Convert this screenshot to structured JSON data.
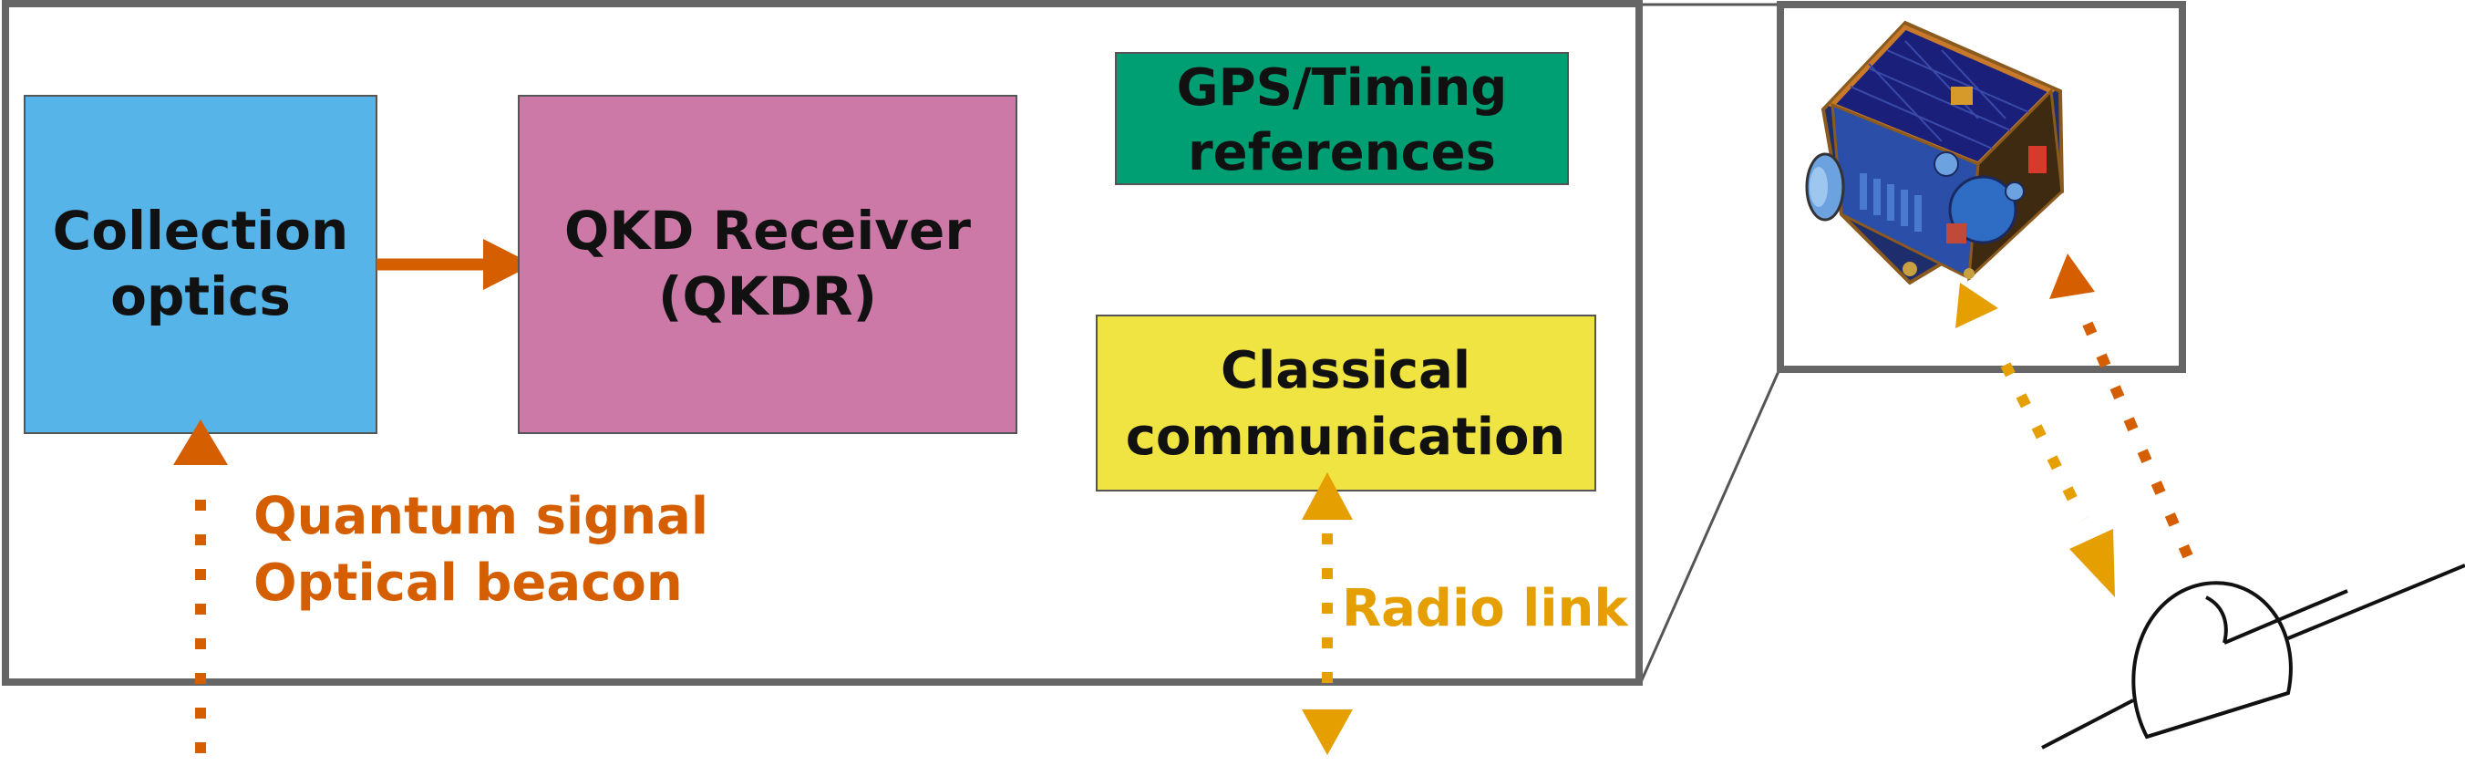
{
  "colors": {
    "frame": "#666666",
    "collection_box": "#56b4e9",
    "receiver_box": "#cc79a7",
    "gps_box": "#009e73",
    "classical_box": "#f0e442",
    "vermilion": "#d55e00",
    "orange": "#e69f00"
  },
  "boxes": {
    "collection_optics": {
      "line1": "Collection",
      "line2": "optics"
    },
    "qkd_receiver": {
      "line1": "QKD Receiver",
      "line2": "(QKDR)"
    },
    "gps_timing": {
      "line1": "GPS/Timing",
      "line2": "references"
    },
    "classical_comm": {
      "line1": "Classical",
      "line2": "communication"
    }
  },
  "labels": {
    "quantum_signal": "Quantum signal",
    "optical_beacon": "Optical beacon",
    "radio_link": "Radio link"
  },
  "icons": {
    "satellite": "satellite-icon",
    "ground_station": "ground-station-dome-icon"
  }
}
